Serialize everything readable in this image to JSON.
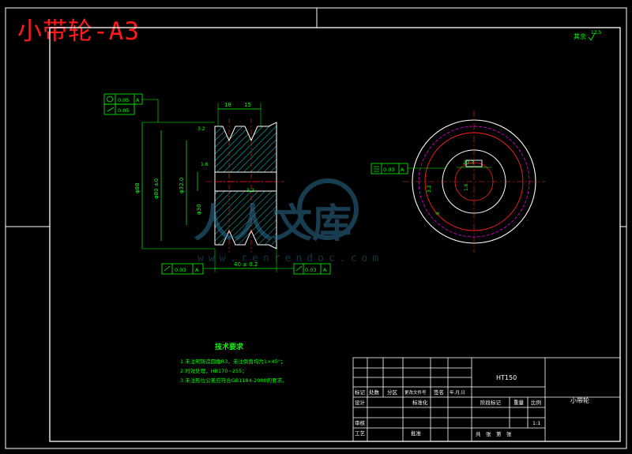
{
  "title": "小带轮-A3",
  "surface_label": "其余",
  "surface_value": "12.5",
  "datum_flags": {
    "top_1": "0.05",
    "top_1_ref": "A",
    "top_2": "0.05",
    "bottom_left": "0.03",
    "bottom_left_ref": "A",
    "bottom_right": "0.03",
    "bottom_right_ref": "A",
    "keyway": "0.03",
    "keyway_ref": "A"
  },
  "dimensions": {
    "top_1": "18",
    "top_2": "15",
    "d1": "φ88",
    "d2": "φ80 ±0",
    "d3": "φ32.0",
    "bore": "φ30",
    "width": "40 ± 0.2",
    "rough_1": "3.2",
    "rough_2": "1.6",
    "rough_3": "3.2",
    "key_1": "23.3",
    "key_2": "3.2",
    "key_3": "1.6",
    "key_4": "8",
    "groove_angle": "3.2"
  },
  "tech_req": {
    "heading": "技术要求",
    "lines": [
      "1.未注明铸造圆角R3，未注倒角均为1×45°；",
      "2.时效处理，HB170~255；",
      "3.未注形位公差应符合GB1184-2000的要求。"
    ]
  },
  "title_block": {
    "material": "HT150",
    "part_name": "小带轮",
    "scale": "1:1",
    "rows": {
      "mark": "标记",
      "count": "处数",
      "zone": "分区",
      "doc_no": "更改文件号",
      "sign": "签名",
      "date": "年.月.日",
      "design": "设计",
      "std": "标准化",
      "stage_mark": "阶段标记",
      "weight": "重量",
      "ratio": "比例",
      "review": "审核",
      "process": "工艺",
      "approve": "批准",
      "sheets": "共　张　第　张"
    }
  },
  "watermark": {
    "cn": "人人文库",
    "url": "www.renrendoc.com"
  },
  "colors": {
    "outline": "#ffffff",
    "green": "#00ff00",
    "cyan": "#00ffff",
    "red": "#ff2020",
    "magenta": "#ff00ff",
    "yellow": "#ffff00",
    "title": "#ff1a1a"
  }
}
